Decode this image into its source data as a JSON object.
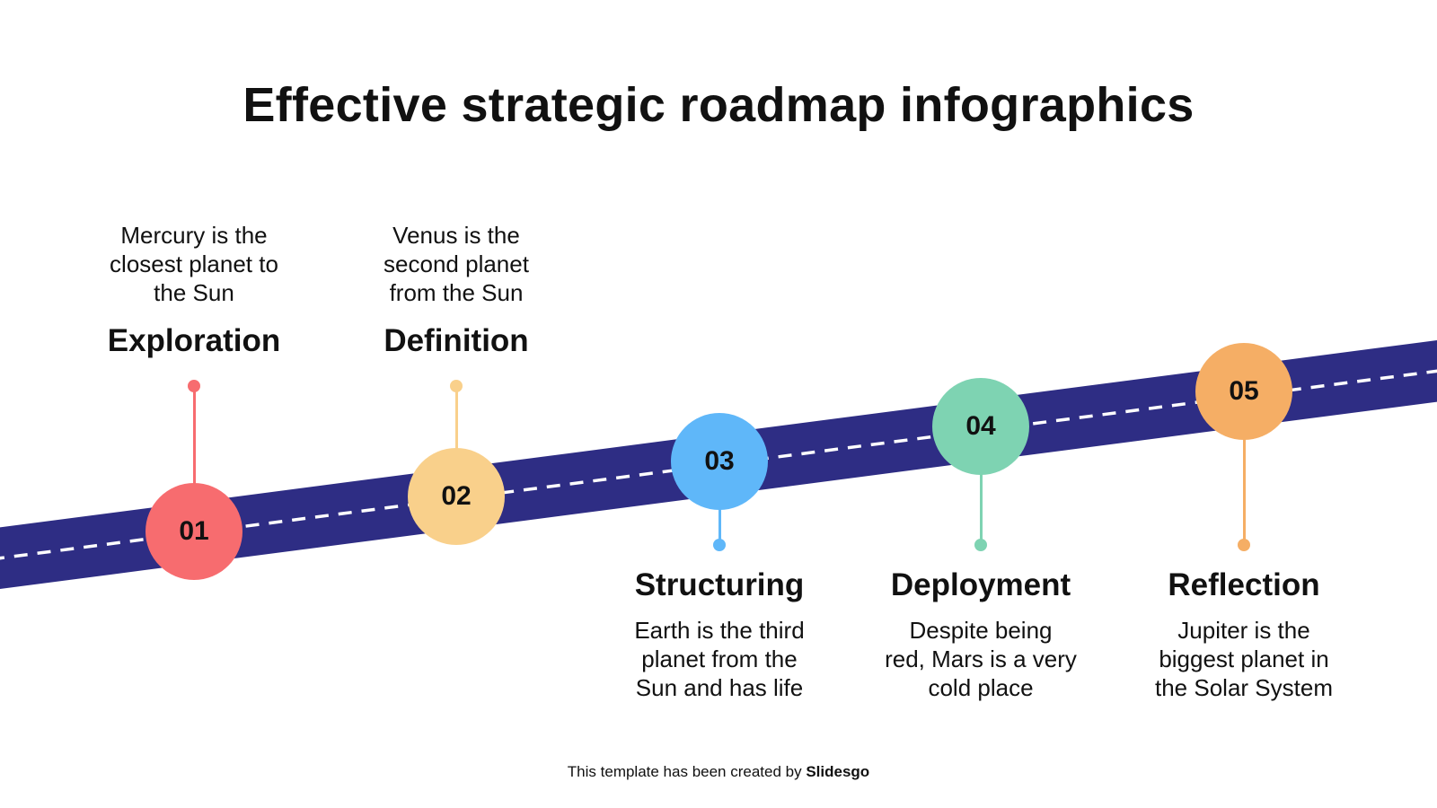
{
  "title": "Effective strategic roadmap infographics",
  "colors": {
    "road": "#2e2d84",
    "dash": "#ffffff"
  },
  "steps": [
    {
      "number": "01",
      "name": "Exploration",
      "desc": [
        "Mercury is the",
        "closest planet to",
        "the Sun"
      ],
      "color": "#f76c6f"
    },
    {
      "number": "02",
      "name": "Definition",
      "desc": [
        "Venus is the",
        "second planet",
        "from the Sun"
      ],
      "color": "#f9d08b"
    },
    {
      "number": "03",
      "name": "Structuring",
      "desc": [
        "Earth is the third",
        "planet from the",
        "Sun and has life"
      ],
      "color": "#5fb7f9"
    },
    {
      "number": "04",
      "name": "Deployment",
      "desc": [
        "Despite being",
        "red, Mars is a very",
        "cold place"
      ],
      "color": "#7ed3b2"
    },
    {
      "number": "05",
      "name": "Reflection",
      "desc": [
        "Jupiter is the",
        "biggest planet in",
        "the Solar System"
      ],
      "color": "#f5ae65"
    }
  ],
  "footer": {
    "text": "This template has been created by ",
    "brand": "Slidesgo"
  }
}
